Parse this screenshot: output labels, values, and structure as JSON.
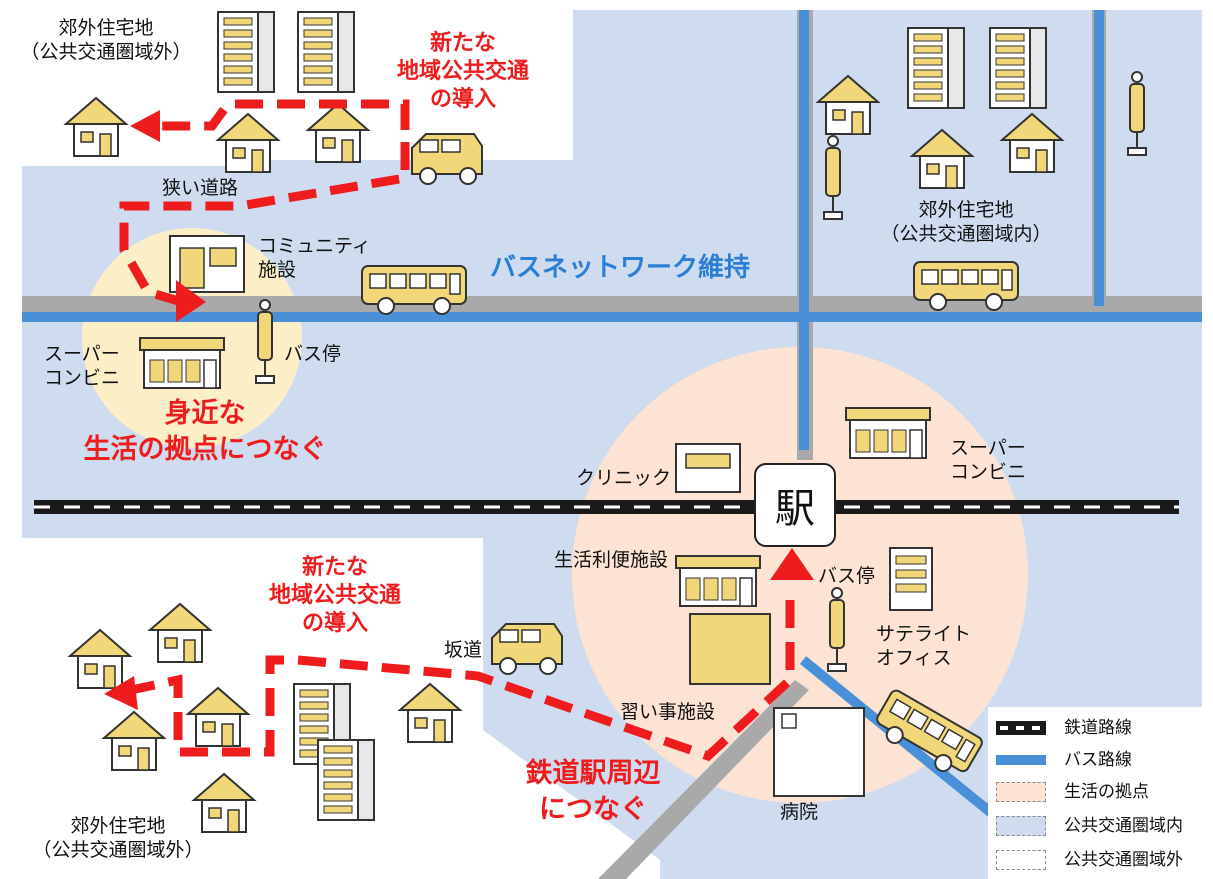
{
  "labels": {
    "suburb_top_left": "郊外住宅地\n（公共交通圏域外）",
    "new_transport_top": "新たな\n地域公共交通\nの導入",
    "narrow_road": "狭い道路",
    "community_facility": "コミュニティ\n施設",
    "bus_network": "バスネットワーク維持",
    "suburb_top_right": "郊外住宅地\n（公共交通圏域内）",
    "super_conv_left": "スーパー\nコンビニ",
    "bus_stop_left": "バス停",
    "connect_hub": "身近な\n生活の拠点につなぐ",
    "clinic": "クリニック",
    "super_conv_right": "スーパー\nコンビニ",
    "station": "駅",
    "daily_facility": "生活利便施設",
    "bus_stop_right": "バス停",
    "new_transport_bottom": "新たな\n地域公共交通\nの導入",
    "slope": "坂道",
    "satellite_office": "サテライト\nオフィス",
    "lesson_facility": "習い事施設",
    "connect_station": "鉄道駅周辺\nにつなぐ",
    "hospital": "病院",
    "suburb_bottom_left": "郊外住宅地\n（公共交通圏域外）"
  },
  "legend": [
    {
      "label": "鉄道路線",
      "kind": "railway"
    },
    {
      "label": "バス路線",
      "kind": "bus_route"
    },
    {
      "label": "生活の拠点",
      "kind": "life_hub"
    },
    {
      "label": "公共交通圏域内",
      "kind": "in_coverage"
    },
    {
      "label": "公共交通圏域外",
      "kind": "out_coverage"
    }
  ],
  "colors": {
    "in_coverage": "#cfdcf0",
    "life_hub": "#fde3d4",
    "life_hub_left": "#fcefc8",
    "bus_route": "#4a90d9",
    "road": "#a9a9a9",
    "arrow_red": "#ee1c1c",
    "icon_yellow": "#f2d77a"
  }
}
